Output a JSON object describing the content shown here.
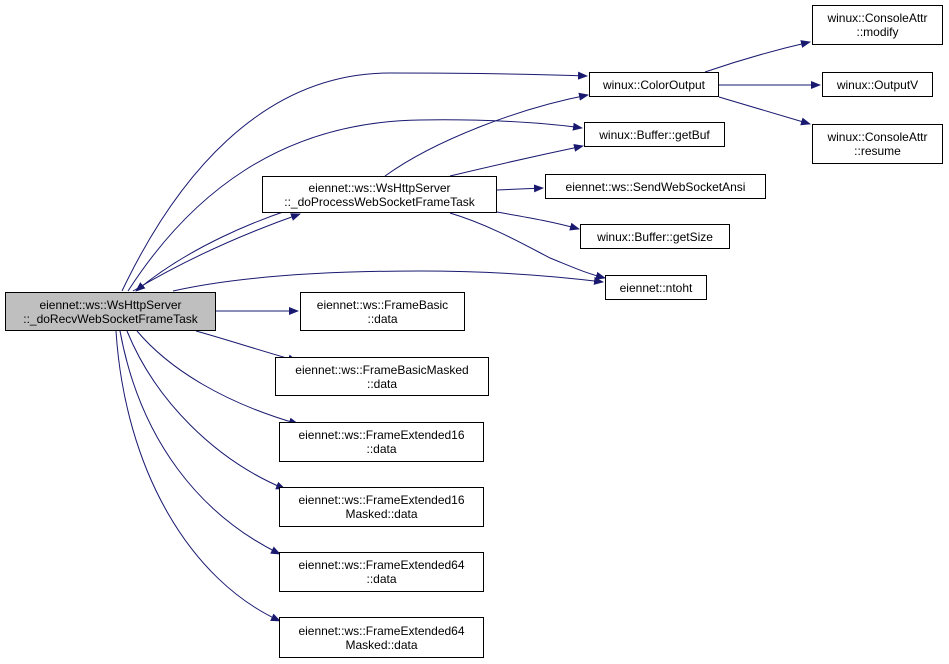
{
  "colors": {
    "edge": "#191970",
    "node_border": "#000000",
    "root_fill": "#bfbfbf",
    "node_fill": "#ffffff"
  },
  "nodes": {
    "root": {
      "line1": "eiennet::ws::WsHttpServer",
      "line2": "::_doRecvWebSocketFrameTask"
    },
    "process": {
      "line1": "eiennet::ws::WsHttpServer",
      "line2": "::_doProcessWebSocketFrameTask"
    },
    "color_output": {
      "line1": "winux::ColorOutput"
    },
    "get_buf": {
      "line1": "winux::Buffer::getBuf"
    },
    "send_ws_ansi": {
      "line1": "eiennet::ws::SendWebSocketAnsi"
    },
    "get_size": {
      "line1": "winux::Buffer::getSize"
    },
    "ntoht": {
      "line1": "eiennet::ntoht"
    },
    "console_modify": {
      "line1": "winux::ConsoleAttr",
      "line2": "::modify"
    },
    "output_v": {
      "line1": "winux::OutputV"
    },
    "console_resume": {
      "line1": "winux::ConsoleAttr",
      "line2": "::resume"
    },
    "frame_basic": {
      "line1": "eiennet::ws::FrameBasic",
      "line2": "::data"
    },
    "frame_basic_masked": {
      "line1": "eiennet::ws::FrameBasicMasked",
      "line2": "::data"
    },
    "frame_ext16": {
      "line1": "eiennet::ws::FrameExtended16",
      "line2": "::data"
    },
    "frame_ext16_masked": {
      "line1": "eiennet::ws::FrameExtended16",
      "line2": "Masked::data"
    },
    "frame_ext64": {
      "line1": "eiennet::ws::FrameExtended64",
      "line2": "::data"
    },
    "frame_ext64_masked": {
      "line1": "eiennet::ws::FrameExtended64",
      "line2": "Masked::data"
    }
  },
  "edges": [
    {
      "from": "root",
      "to": "color_output"
    },
    {
      "from": "root",
      "to": "get_buf"
    },
    {
      "from": "root",
      "to": "process"
    },
    {
      "from": "root",
      "to": "ntoht"
    },
    {
      "from": "root",
      "to": "frame_basic"
    },
    {
      "from": "root",
      "to": "frame_basic_masked"
    },
    {
      "from": "root",
      "to": "frame_ext16"
    },
    {
      "from": "root",
      "to": "frame_ext16_masked"
    },
    {
      "from": "root",
      "to": "frame_ext64"
    },
    {
      "from": "root",
      "to": "frame_ext64_masked"
    },
    {
      "from": "process",
      "to": "root"
    },
    {
      "from": "process",
      "to": "color_output"
    },
    {
      "from": "process",
      "to": "get_buf"
    },
    {
      "from": "process",
      "to": "send_ws_ansi"
    },
    {
      "from": "process",
      "to": "get_size"
    },
    {
      "from": "process",
      "to": "ntoht"
    },
    {
      "from": "color_output",
      "to": "console_modify"
    },
    {
      "from": "color_output",
      "to": "output_v"
    },
    {
      "from": "color_output",
      "to": "console_resume"
    }
  ]
}
